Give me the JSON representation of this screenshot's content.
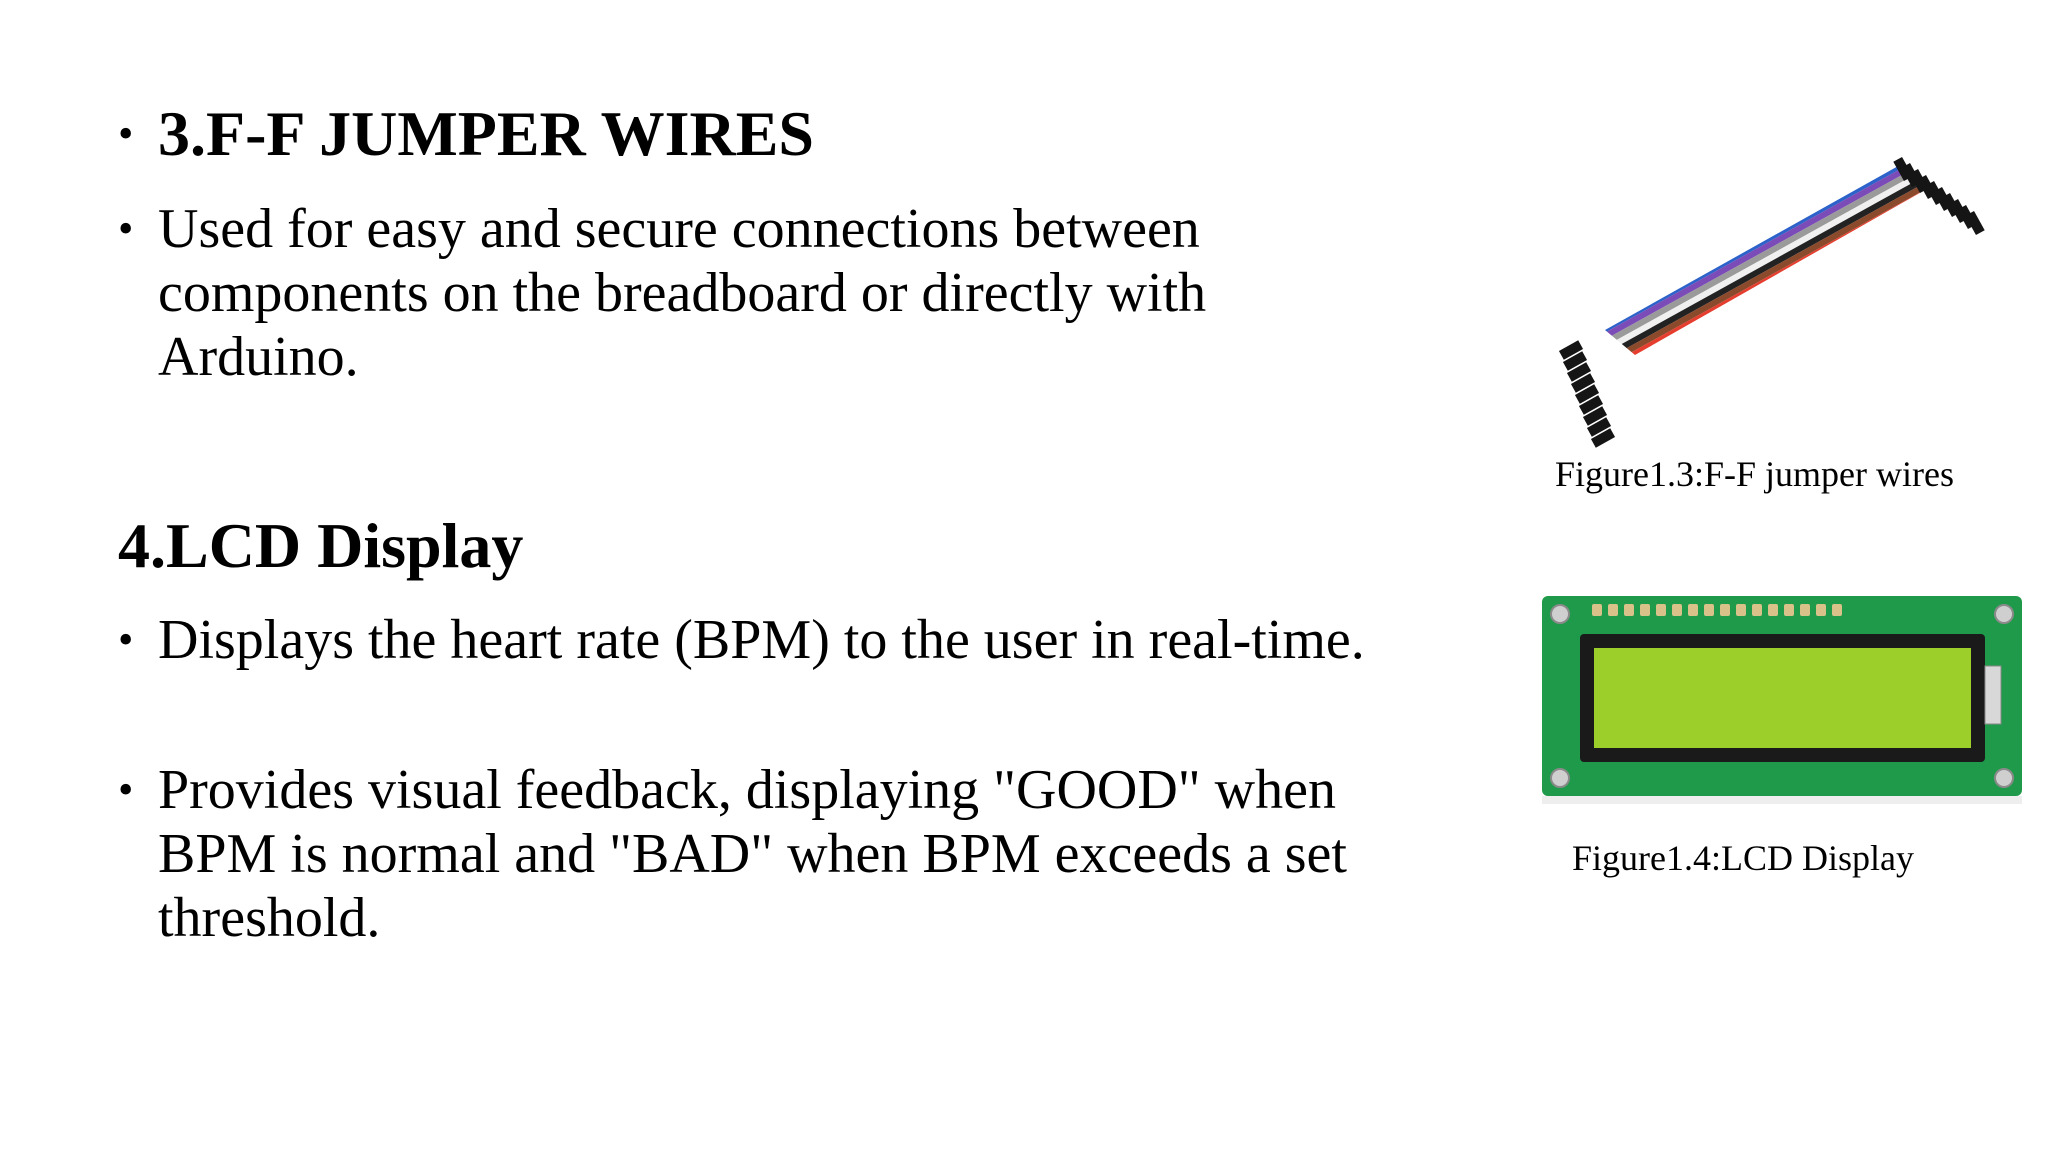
{
  "sections": [
    {
      "heading": "3.F-F JUMPER WIRES",
      "bullets": [
        "Used for easy and secure connections between components on the breadboard or directly with Arduino."
      ]
    },
    {
      "heading": "4.LCD Display",
      "bullets": [
        "Displays the heart rate (BPM) to the user in real-time.",
        "Provides visual feedback, displaying \"GOOD\" when BPM is normal and \"BAD\" when BPM exceeds a set threshold."
      ]
    }
  ],
  "figures": [
    {
      "caption": "Figure1.3:F-F jumper wires",
      "icon": "jumper-wires-image"
    },
    {
      "caption": "Figure1.4:LCD Display",
      "icon": "lcd-display-image"
    }
  ],
  "bullet_glyph": "•",
  "colors": {
    "lcd_board": "#1f9a4a",
    "lcd_screen": "#9ccf2a",
    "lcd_bezel": "#1a1a1a"
  }
}
